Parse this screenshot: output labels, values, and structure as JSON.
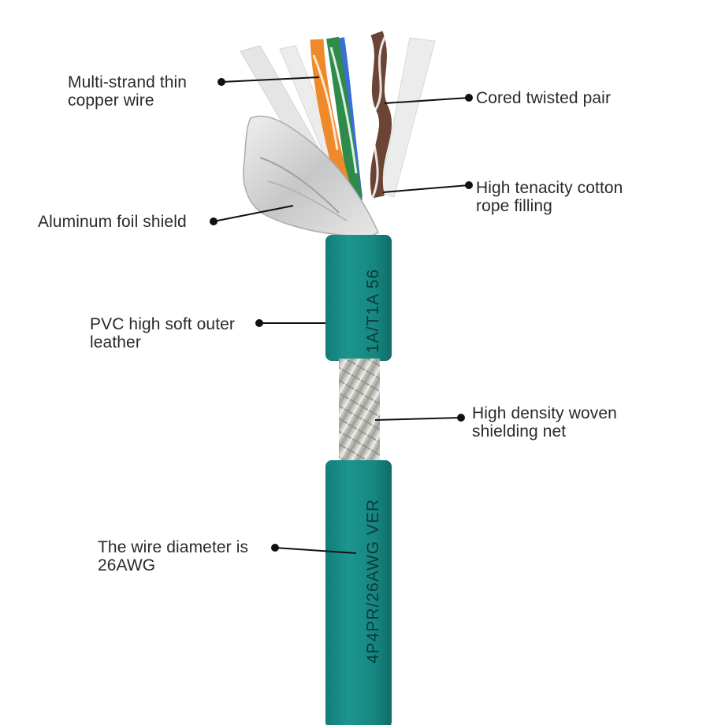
{
  "diagram": {
    "subject": "Shielded twisted-pair cable cross-section",
    "colors": {
      "jacket": "#1a8a86",
      "jacket_dark": "#0f6f6c",
      "braid": "#c9c9c4",
      "foil": "#d9dadb",
      "orange_wire": "#ef8a2b",
      "green_wire": "#2e8b4a",
      "blue_wire": "#3b6fd1",
      "brown_wire": "#6b4436",
      "cotton": "#e6e6e6",
      "leader_line": "#111111",
      "label_text": "#2a2a2a"
    },
    "jacket_markings": {
      "upper": "1A/T1A 56",
      "lower": "4P4PR/26AWG VER"
    },
    "callouts": [
      {
        "id": "multi-strand",
        "text": "Multi-strand thin\ncopper wire",
        "side": "left"
      },
      {
        "id": "twisted-pair",
        "text": "Cored twisted pair",
        "side": "right"
      },
      {
        "id": "cotton-filling",
        "text": "High tenacity cotton\nrope filling",
        "side": "right"
      },
      {
        "id": "foil-shield",
        "text": "Aluminum foil shield",
        "side": "left"
      },
      {
        "id": "pvc-jacket",
        "text": "PVC high soft outer\nleather",
        "side": "left"
      },
      {
        "id": "woven-shield",
        "text": "High density woven\nshielding net",
        "side": "right"
      },
      {
        "id": "wire-diameter",
        "text": "The wire diameter is\n26AWG",
        "side": "left"
      }
    ]
  }
}
